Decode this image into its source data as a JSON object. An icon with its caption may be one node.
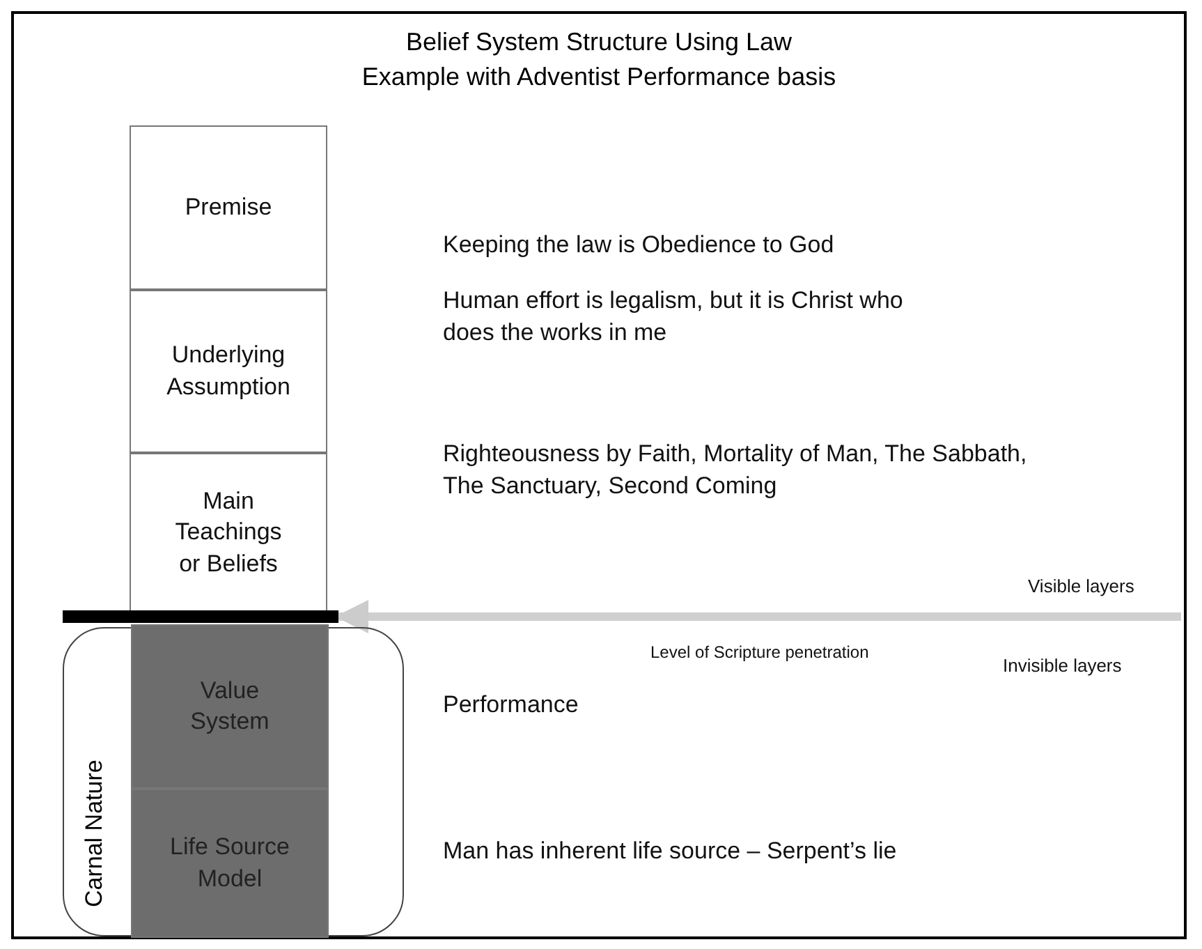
{
  "diagram": {
    "title": "Belief System Structure Using Law Example with Adventist Performance basis",
    "nodes": [
      {
        "text": [
          "Premise"
        ]
      },
      {
        "text": [
          "Underlying Assumption"
        ]
      },
      {
        "text": [
          "Main Teachings or Beliefs"
        ]
      },
      {
        "text": [
          "Carnal Nature"
        ]
      },
      {
        "text": [
          "Value System"
        ],
        "in": 3
      },
      {
        "text": [
          "Life Source Model"
        ],
        "in": 3
      },
      {
        "text": [],
        "shape": "bar"
      }
    ],
    "edges": [
      {
        "from": null,
        "to": 6,
        "arrow": "to",
        "label": "Level of Scripture penetration"
      }
    ],
    "labels": [
      "Keeping the law is Obedience to God",
      "Human effort is legalism, but it is Christ who does the works in me",
      "Righteousness by Faith, Mortality of Man, The Sabbath, The Sanctuary, Second Coming",
      "Visible layers",
      "Invisible layers",
      "Performance",
      "Man has inherent life source – Serpent’s lie"
    ]
  }
}
